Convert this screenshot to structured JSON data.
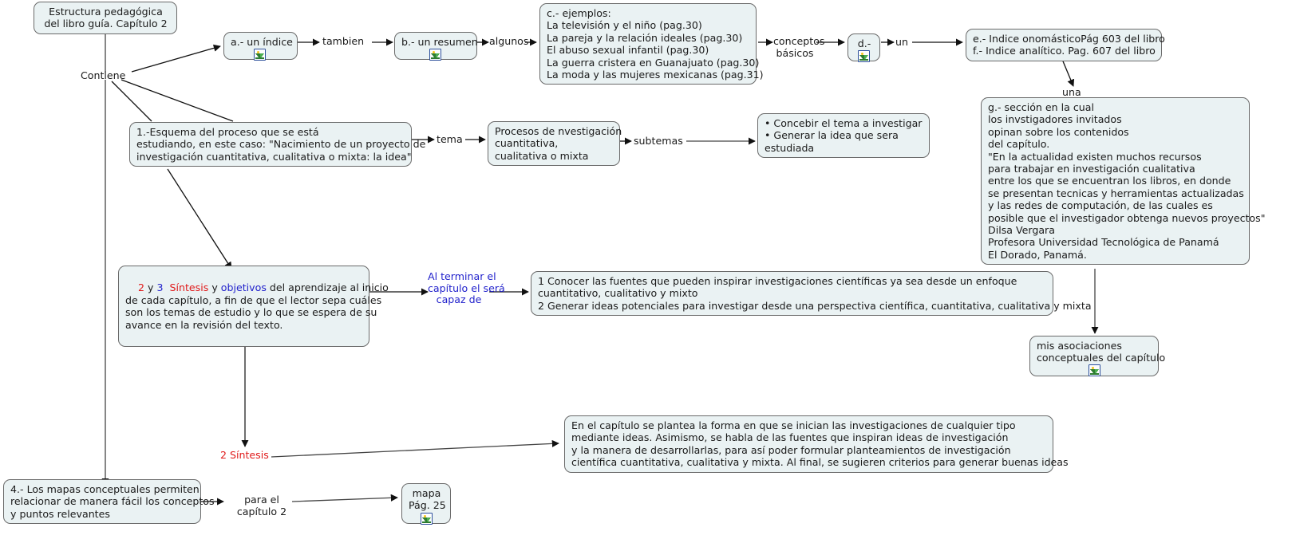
{
  "map": {
    "title_node": "Estructura pedagógica\ndel libro guía. Capítulo 2",
    "root_link_label": "Contiene",
    "icon_name": "picture-icon"
  },
  "nodes": {
    "indice": "a.- un índice",
    "resumen": "b.- un resumen",
    "ejemplos": "c.- ejemplos:\nLa televisión y el niño (pag.30)\nLa pareja y la relación ideales (pag.30)\nEl abuso sexual infantil (pag.30)\nLa guerra cristera en Guanajuato (pag.30)\nLa moda y las mujeres mexicanas (pag.31)",
    "d_node": "d.-",
    "indices": "e.- Indice onomásticoPág 603 del libro\nf.- Indice analítico. Pag. 607 del libro",
    "seccion": "g.- sección en la cual\nlos invstigadores invitados\nopinan sobre los contenidos\ndel capítulo.\n\"En la actualidad existen muchos recursos\npara trabajar en investigación cualitativa\nentre los que se encuentran los libros, en donde\nse presentan tecnicas y herramientas actualizadas\ny las redes de computación, de las cuales es\nposible que el investigador obtenga nuevos proyectos\"\nDilsa Vergara\nProfesora Universidad Tecnológica de Panamá\nEl Dorado, Panamá.",
    "esquema": "1.-Esquema del proceso que se está\nestudiando, en este caso: \"Nacimiento de un proyecto de\ninvestigación cuantitativa, cualitativa o mixta: la idea\"",
    "procesos": "Procesos de nvestigación\ncuantitativa,\ncualitativa o mixta",
    "concebir": "• Concebir el tema a investigar\n• Generar la idea que sera\nestudiada",
    "sintesis_objetivos": {
      "pre_num1": "2",
      "mid1": " y ",
      "pre_num2": "3",
      "word_sintesis": "  Síntesis",
      "mid2": " y ",
      "word_objetivos": "objetivos",
      "rest": " del aprendizaje al inicio\nde cada capítulo, a fin de que el lector sepa cuáles\nson los temas de estudio y lo que se espera de su\navance en la revisión del texto."
    },
    "capaz_list": "1 Conocer las fuentes que pueden inspirar investigaciones científicas ya sea desde un enfoque\ncuantitativo, cualitativo y mixto\n2 Generar ideas potenciales para investigar desde una perspectiva científica, cuantitativa, cualitativa y mixta",
    "asociaciones": "mis asociaciones\nconceptuales del capítulo",
    "resumen_capitulo": "En el capítulo se plantea la forma en que se inician las investigaciones de cualquier tipo\nmediante ideas. Asimismo, se habla de las fuentes que inspiran ideas de investigación\ny la manera de desarrollarlas, para así poder formular planteamientos de investigación\ncientífica cuantitativa, cualitativa y mixta. Al final, se sugieren criterios para generar buenas ideas",
    "mapas": "4.- Los mapas conceptuales permiten\nrelacionar de manera fácil los conceptos\ny puntos relevantes",
    "mapa_pag": "mapa\nPág. 25"
  },
  "link_labels": {
    "tambien": "tambien",
    "algunos": "algunos",
    "conceptos_basicos": "conceptos\nbásicos",
    "un": "un",
    "una": "una",
    "tema": "tema",
    "subtemas": "subtemas",
    "al_terminar": "Al terminar el\ncapítulo el será\ncapaz de",
    "dos_sintesis": "2 Síntesis",
    "para_el_capitulo": "para el\ncapítulo 2"
  },
  "colors": {
    "node_fill": "#eaf2f3",
    "node_border": "#6a6a6a",
    "red": "#e01b1b",
    "blue": "#2222cc",
    "line": "#222222",
    "background": "#ffffff"
  }
}
